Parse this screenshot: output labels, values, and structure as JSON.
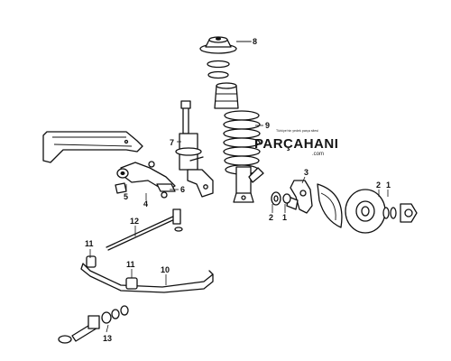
{
  "diagram": {
    "callouts": [
      {
        "id": "c8",
        "label": "8"
      },
      {
        "id": "c9",
        "label": "9"
      },
      {
        "id": "c7",
        "label": "7"
      },
      {
        "id": "c3",
        "label": "3"
      },
      {
        "id": "c5",
        "label": "5"
      },
      {
        "id": "c4",
        "label": "4"
      },
      {
        "id": "c6",
        "label": "6"
      },
      {
        "id": "c2a",
        "label": "2"
      },
      {
        "id": "c1a",
        "label": "1"
      },
      {
        "id": "c2b",
        "label": "2"
      },
      {
        "id": "c1b",
        "label": "1"
      },
      {
        "id": "c12",
        "label": "12"
      },
      {
        "id": "c11a",
        "label": "11"
      },
      {
        "id": "c11b",
        "label": "11"
      },
      {
        "id": "c10",
        "label": "10"
      },
      {
        "id": "c13",
        "label": "13"
      }
    ]
  },
  "watermark": {
    "brand": "PARÇAHANI",
    "domain": ".com",
    "tagline": "Türkiye'nin yedek parça sitesi"
  },
  "colors": {
    "ink": "#111111",
    "background": "#ffffff"
  }
}
